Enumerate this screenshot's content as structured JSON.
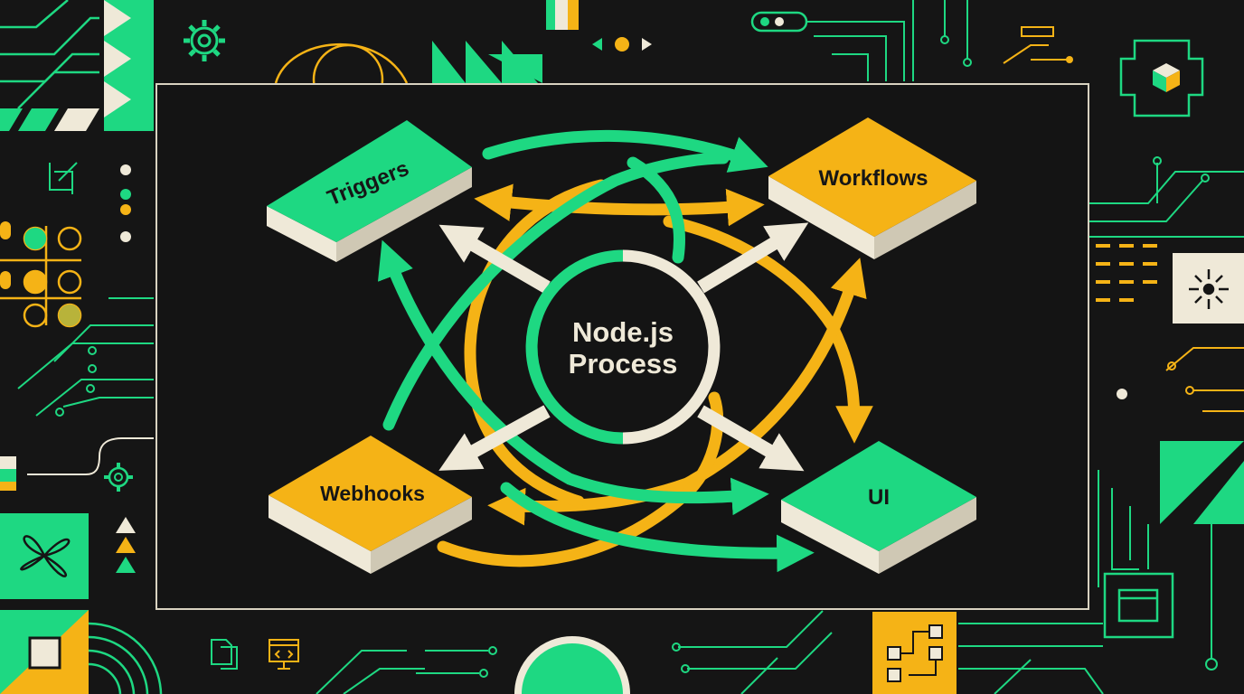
{
  "colors": {
    "background": "#151515",
    "green": "#1ed882",
    "yellow": "#f5b316",
    "cream": "#efe9d8",
    "frame": "#d8d2c0"
  },
  "diagram": {
    "center": {
      "line1": "Node.js",
      "line2": "Process"
    },
    "nodes": {
      "triggers": {
        "label": "Triggers"
      },
      "workflows": {
        "label": "Workflows"
      },
      "webhooks": {
        "label": "Webhooks"
      },
      "ui": {
        "label": "UI"
      }
    }
  },
  "decor_icons": [
    "gear-icon",
    "cube-icon",
    "sun-icon",
    "code-window-icon",
    "document-icon",
    "chip-icon",
    "flow-chart-icon",
    "flower-icon"
  ]
}
